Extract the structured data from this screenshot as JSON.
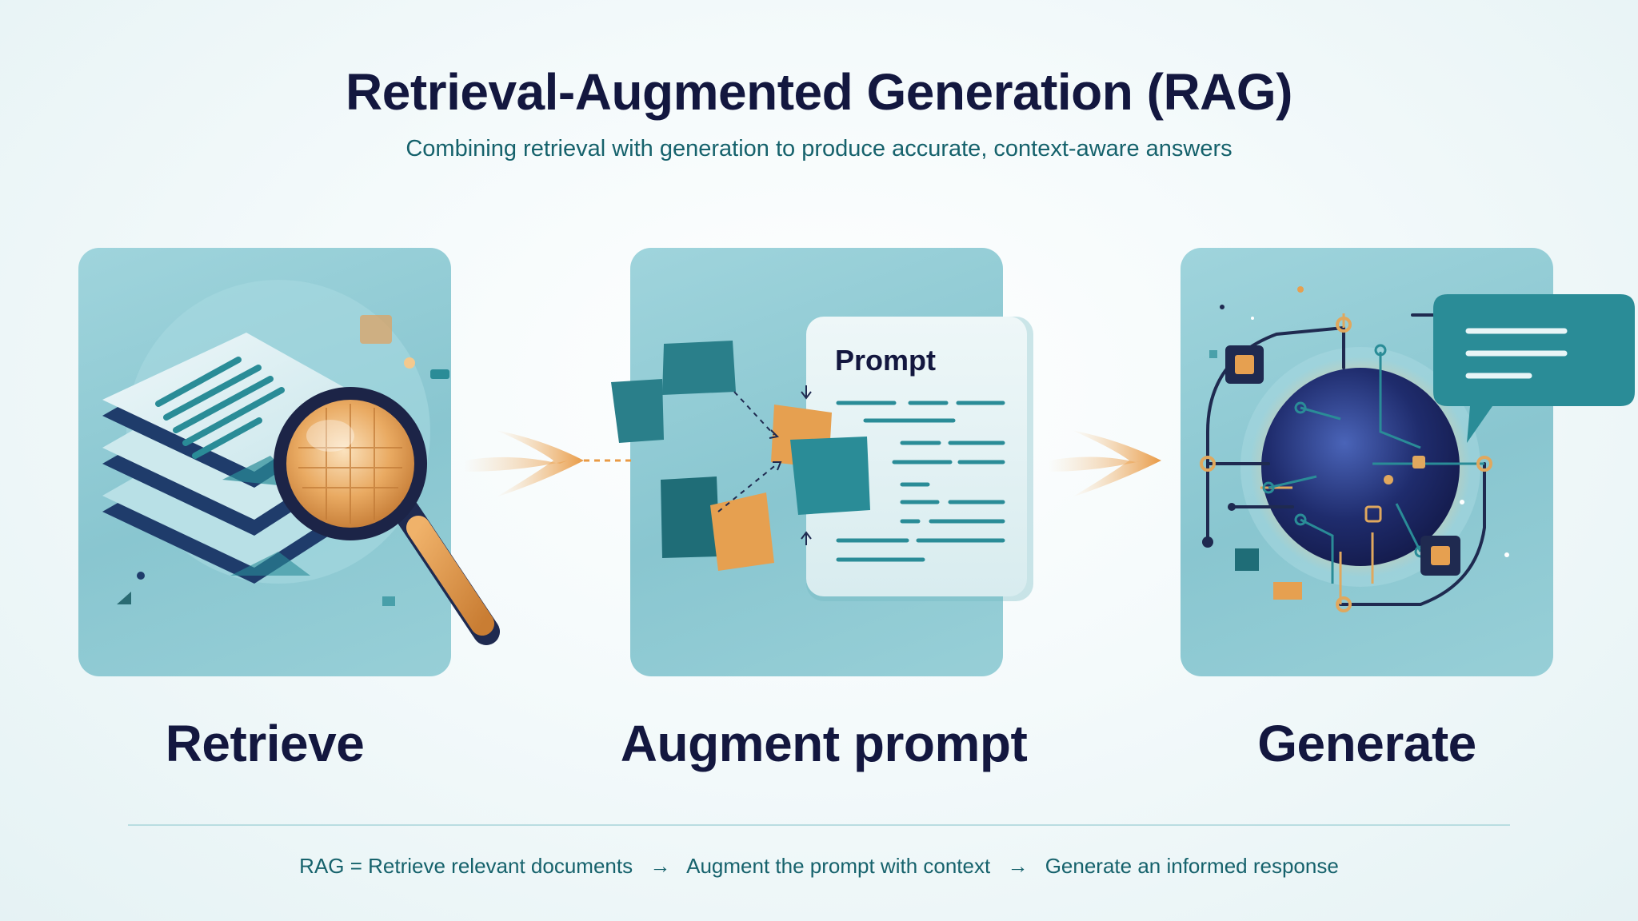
{
  "header": {
    "title": "Retrieval-Augmented Generation (RAG)",
    "subtitle": "Combining retrieval with generation to produce accurate, context-aware answers"
  },
  "steps": [
    {
      "label": "Retrieve",
      "icon": "magnifier-documents-icon"
    },
    {
      "label": "Augment prompt",
      "icon": "prompt-card-icon"
    },
    {
      "label": "Generate",
      "icon": "neural-globe-icon"
    }
  ],
  "prompt_card": {
    "title": "Prompt"
  },
  "footer": {
    "prefix": "RAG = Retrieve relevant documents",
    "part2": "Augment the prompt with context",
    "part3": "Generate an informed response",
    "arrow": "→"
  },
  "colors": {
    "navy": "#13173f",
    "teal": "#16626c",
    "panel": "#93cdd6",
    "accent_orange": "#e6a050",
    "accent_teal": "#2a8c97"
  }
}
